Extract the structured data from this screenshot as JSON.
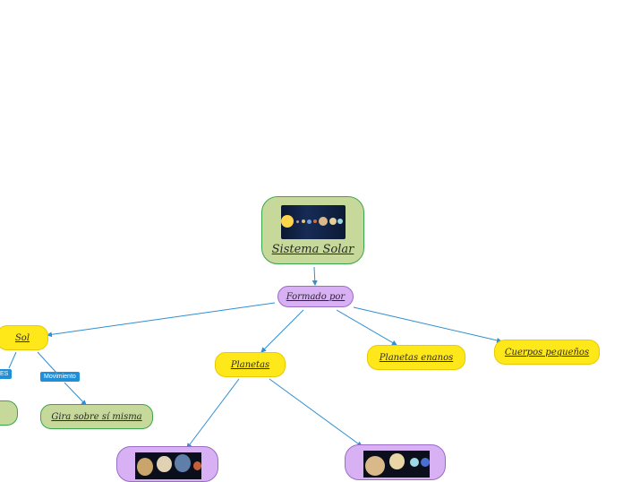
{
  "root": {
    "title": "Sistema Solar",
    "image_icon": "solar-system-image"
  },
  "connector": {
    "label": "Formado por"
  },
  "nodes": {
    "sol": "Sol",
    "planetas": "Planetas",
    "planetas_enanos": "Planetas enanos",
    "cuerpos_pequenos": "Cuerpos pequeños",
    "gira": "Gira sobre sí misma"
  },
  "tags": {
    "movimiento": "Movimiento",
    "es": "ES"
  },
  "colors": {
    "root_fill": "#c7d99a",
    "connector_fill": "#d7b1f3",
    "topic_fill": "#ffe81a",
    "line": "#2f8fd0"
  }
}
